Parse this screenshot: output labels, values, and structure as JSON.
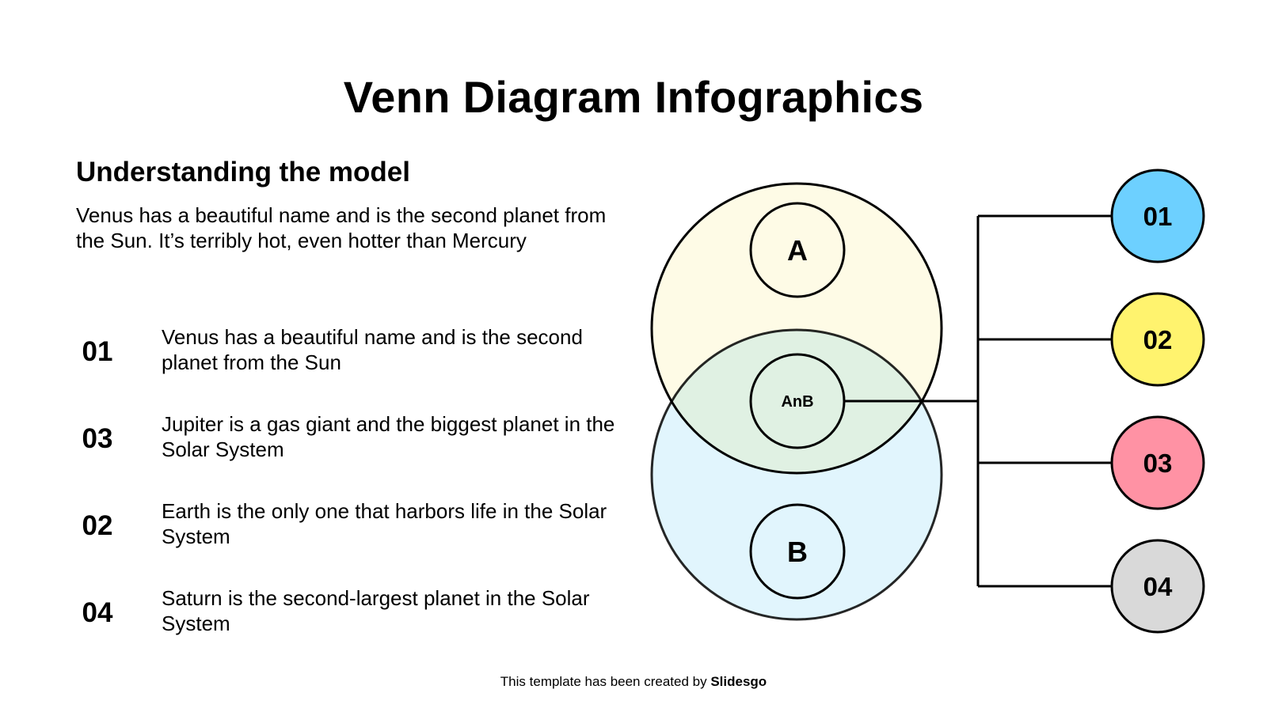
{
  "slide": {
    "title": "Venn Diagram Infographics",
    "subheading": "Understanding the model",
    "intro": "Venus has a beautiful name and is the second planet from the Sun. It’s terribly hot, even hotter than Mercury",
    "items": [
      {
        "number": "01",
        "text": "Venus has a beautiful name and is the second planet from the Sun"
      },
      {
        "number": "03",
        "text": "Jupiter is a gas giant and the biggest planet in the Solar System"
      },
      {
        "number": "02",
        "text": "Earth is the only one that harbors life in the Solar System"
      },
      {
        "number": "04",
        "text": "Saturn is the second-largest planet in the Solar System"
      }
    ]
  },
  "venn": {
    "set_a": {
      "label": "A",
      "fill": "#fefbe6"
    },
    "set_b": {
      "label": "B",
      "fill": "#e1f5fd"
    },
    "intersection": {
      "label": "AnB",
      "fill": "#e0f1e3"
    },
    "stroke": "#000000",
    "outputs": [
      {
        "label": "01",
        "color": "#6dd0ff"
      },
      {
        "label": "02",
        "color": "#fff36e"
      },
      {
        "label": "03",
        "color": "#ff92a4"
      },
      {
        "label": "04",
        "color": "#d9d9d9"
      }
    ]
  },
  "footer": {
    "prefix": "This template has been created by ",
    "brand": "Slidesgo"
  }
}
